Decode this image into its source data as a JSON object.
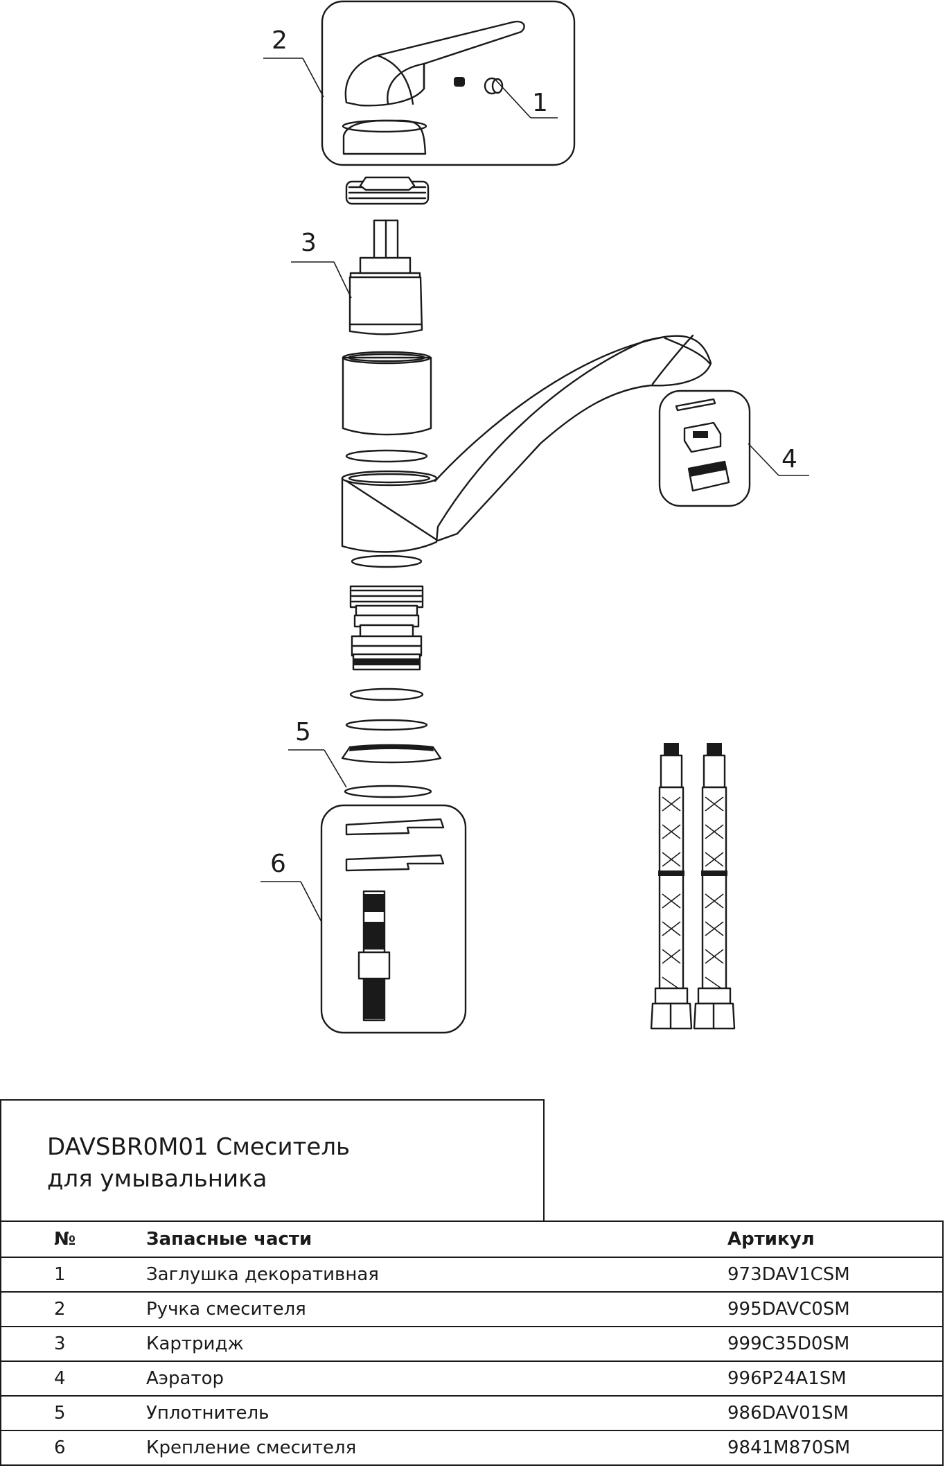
{
  "callouts": [
    "1",
    "2",
    "3",
    "4",
    "5",
    "6"
  ],
  "title": "DAVSBR0M01 Смеситель\nдля умывальника",
  "table": {
    "headers": [
      "№",
      "Запасные части",
      "Артикул"
    ],
    "rows": [
      {
        "num": "1",
        "name": "Заглушка декоративная",
        "article": "973DAV1CSM"
      },
      {
        "num": "2",
        "name": "Ручка смесителя",
        "article": "995DAVC0SM"
      },
      {
        "num": "3",
        "name": "Картридж",
        "article": "999C35D0SM"
      },
      {
        "num": "4",
        "name": "Аэратор",
        "article": "996P24A1SM"
      },
      {
        "num": "5",
        "name": "Уплотнитель",
        "article": "986DAV01SM"
      },
      {
        "num": "6",
        "name": "Крепление смесителя",
        "article": "9841M870SM"
      }
    ]
  }
}
